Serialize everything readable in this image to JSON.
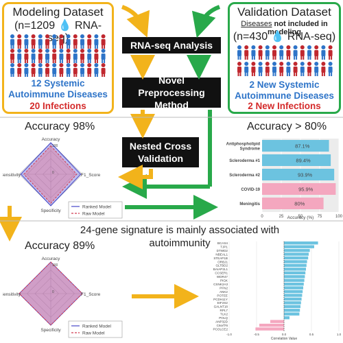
{
  "modeling": {
    "title": "Modeling Dataset",
    "n_line": "(n=1209",
    "n_suffix": "RNA-seq)",
    "diseases": "12 Systemic Autoimmune Diseases",
    "infections": "20 Infections"
  },
  "validation": {
    "title": "Validation Dataset",
    "note_underlined": "Diseases",
    "note_rest": "not included in",
    "note_bold": "modeling",
    "n_line": "(n=430",
    "n_suffix": "RNA-seq)",
    "diseases": "2 New Systemic Autoimmune Diseases",
    "infections": "2 New Infections"
  },
  "pipeline": {
    "rnaseq": "RNA-seq Analysis",
    "preprocess": "Novel Preprocessing Method",
    "nested": "Nested Cross Validation"
  },
  "accuracy_top_left": "Accuracy 98%",
  "accuracy_top_right": "Accuracy > 80%",
  "accuracy_bottom": "Accuracy 89%",
  "signature_text": "24-gene signature is mainly associated with autoimmunity",
  "radar_top": {
    "axes": [
      "Accuracy",
      "F1_Score",
      "Specificity",
      "Sensitivity"
    ],
    "rings": [
      "0",
      "100"
    ],
    "legend": [
      "Ranked Model",
      "Raw Model"
    ],
    "ranked": [
      1.0,
      0.95,
      1.0,
      0.95
    ],
    "raw": [
      0.9,
      0.82,
      0.92,
      0.85
    ]
  },
  "radar_bottom": {
    "axes": [
      "Accuracy",
      "F1_Score",
      "Specificity",
      "Sensitivity"
    ],
    "rings": [
      "0",
      "100"
    ],
    "legend": [
      "Ranked Model",
      "Raw Model"
    ],
    "ranked": [
      1.0,
      1.0,
      1.0,
      1.0
    ],
    "raw": [
      1.0,
      1.0,
      1.0,
      1.0
    ]
  },
  "chart_data": [
    {
      "type": "bar",
      "orientation": "horizontal",
      "categories": [
        "Antiphospholipid Syndrome",
        "Scleroderma #1",
        "Scleroderma #2",
        "COVID-19",
        "Meningitis"
      ],
      "values": [
        87.1,
        89.4,
        93.9,
        95.9,
        80
      ],
      "value_labels": [
        "87.1%",
        "89.4%",
        "93.9%",
        "95.9%",
        "80%"
      ],
      "group": [
        "autoimmune",
        "autoimmune",
        "autoimmune",
        "infection",
        "infection"
      ],
      "colors": {
        "autoimmune": "#6cc3e0",
        "infection": "#f4a7bf"
      },
      "xlabel": "Accuracy (%)",
      "xticks": [
        "0",
        "25",
        "50",
        "75",
        "100"
      ],
      "xlim": [
        0,
        100
      ]
    },
    {
      "type": "bar",
      "orientation": "horizontal",
      "categories": [
        "BCAS4",
        "TJP1",
        "DTWD2",
        "NBEAL1",
        "STEAP1B",
        "ORBJ1",
        "GLTBD2",
        "BAIAP2L1",
        "CCSER1",
        "WDR47",
        "PIGK",
        "CSNK2A3",
        "PFN2",
        "ANK2",
        "POTEE",
        "PCDH11Y",
        "EIF2S2",
        "GALNT18",
        "RPL7",
        "TLK2",
        "POLQ",
        "ANP32D",
        "C6orf76",
        "PCOLCE2"
      ],
      "values": [
        0.62,
        0.55,
        0.47,
        0.45,
        0.44,
        0.42,
        0.41,
        0.4,
        0.39,
        0.38,
        0.37,
        0.36,
        0.35,
        0.34,
        0.33,
        0.32,
        0.31,
        0.3,
        0.29,
        0.28,
        0.1,
        -0.25,
        -0.45,
        -0.52
      ],
      "xlabel": "Correlation Value",
      "xticks": [
        "-1.0",
        "-0.5",
        "0.0",
        "0.5",
        "1.0"
      ],
      "xlim": [
        -1.0,
        1.0
      ],
      "colors": {
        "positive": "#6cc3e0",
        "negative": "#f4a7bf"
      }
    }
  ],
  "colors": {
    "yellow": "#f2b31b",
    "green": "#28a94a",
    "blue": "#2e74c8",
    "red": "#d42a2a"
  }
}
